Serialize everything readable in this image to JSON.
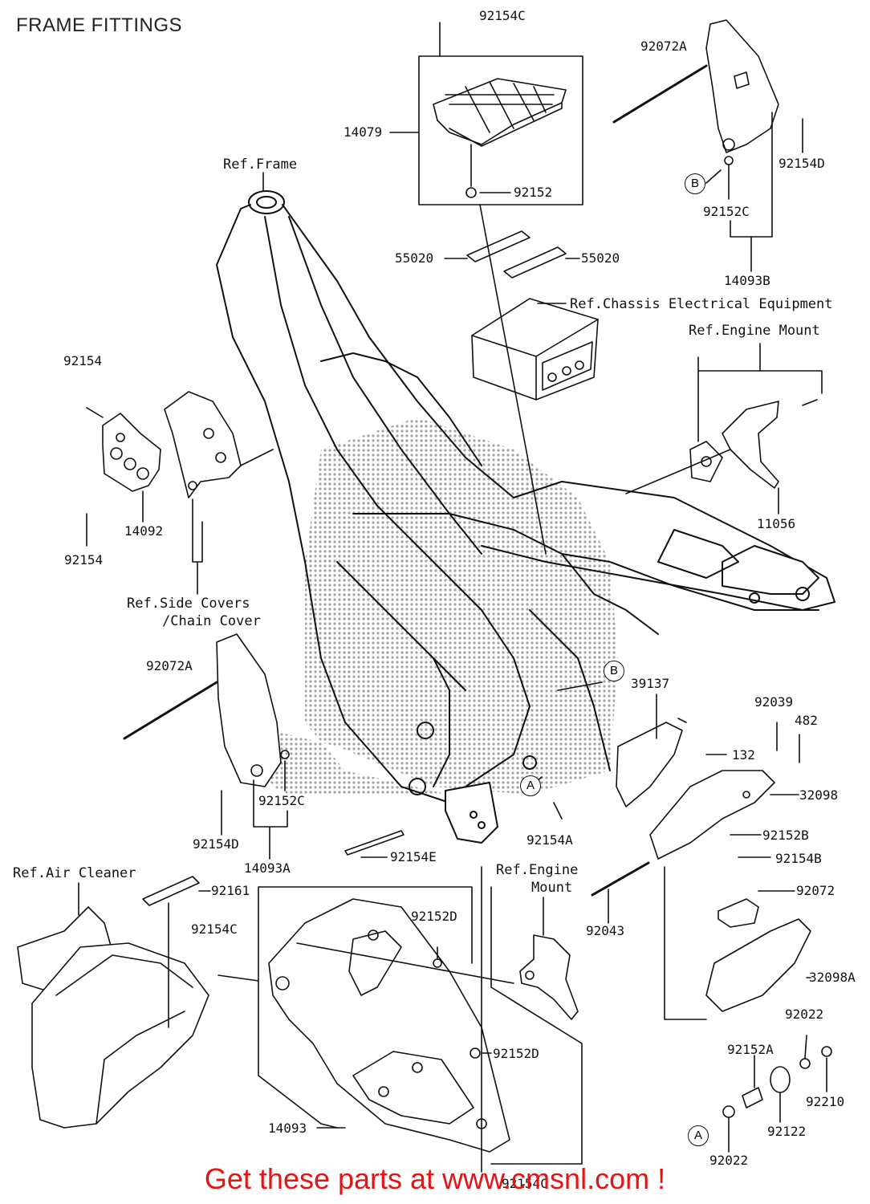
{
  "title": "FRAME FITTINGS",
  "watermark": "Get these parts at www.cmsnl.com !",
  "callouts": {
    "A": "A",
    "B": "B"
  },
  "parts": {
    "p92154C_top": "92154C",
    "p92072A_top": "92072A",
    "p14079": "14079",
    "p92152": "92152",
    "p92154D_top": "92154D",
    "p92152C_top": "92152C",
    "p14093B": "14093B",
    "p55020_left": "55020",
    "p55020_right": "55020",
    "p92154_upper": "92154",
    "p92154_lower": "92154",
    "p14092": "14092",
    "p11056": "11056",
    "p92072A_mid": "92072A",
    "p39137": "39137",
    "p92039": "92039",
    "p482": "482",
    "p132": "132",
    "p32098": "32098",
    "p92154D_mid": "92154D",
    "p92152C_mid": "92152C",
    "p14093A": "14093A",
    "p92154E": "92154E",
    "p92154A": "92154A",
    "p92152B": "92152B",
    "p92154B": "92154B",
    "p92161": "92161",
    "p92154C_mid": "92154C",
    "p92152D_upper": "92152D",
    "p92043": "92043",
    "p92072": "92072",
    "p32098A": "32098A",
    "p92022_upper": "92022",
    "p92152A": "92152A",
    "p92210": "92210",
    "p92122": "92122",
    "p92022_lower": "92022",
    "p92152D_lower": "92152D",
    "p14093": "14093",
    "p92154C_bottom": "92154C"
  },
  "refs": {
    "frame": "Ref.Frame",
    "chassis_electrical": "Ref.Chassis Electrical Equipment",
    "engine_mount_upper": "Ref.Engine Mount",
    "side_covers_1": "Ref.Side Covers",
    "side_covers_2": "/Chain Cover",
    "air_cleaner": "Ref.Air Cleaner",
    "engine_mount_lower_1": "Ref.Engine",
    "engine_mount_lower_2": "Mount"
  }
}
